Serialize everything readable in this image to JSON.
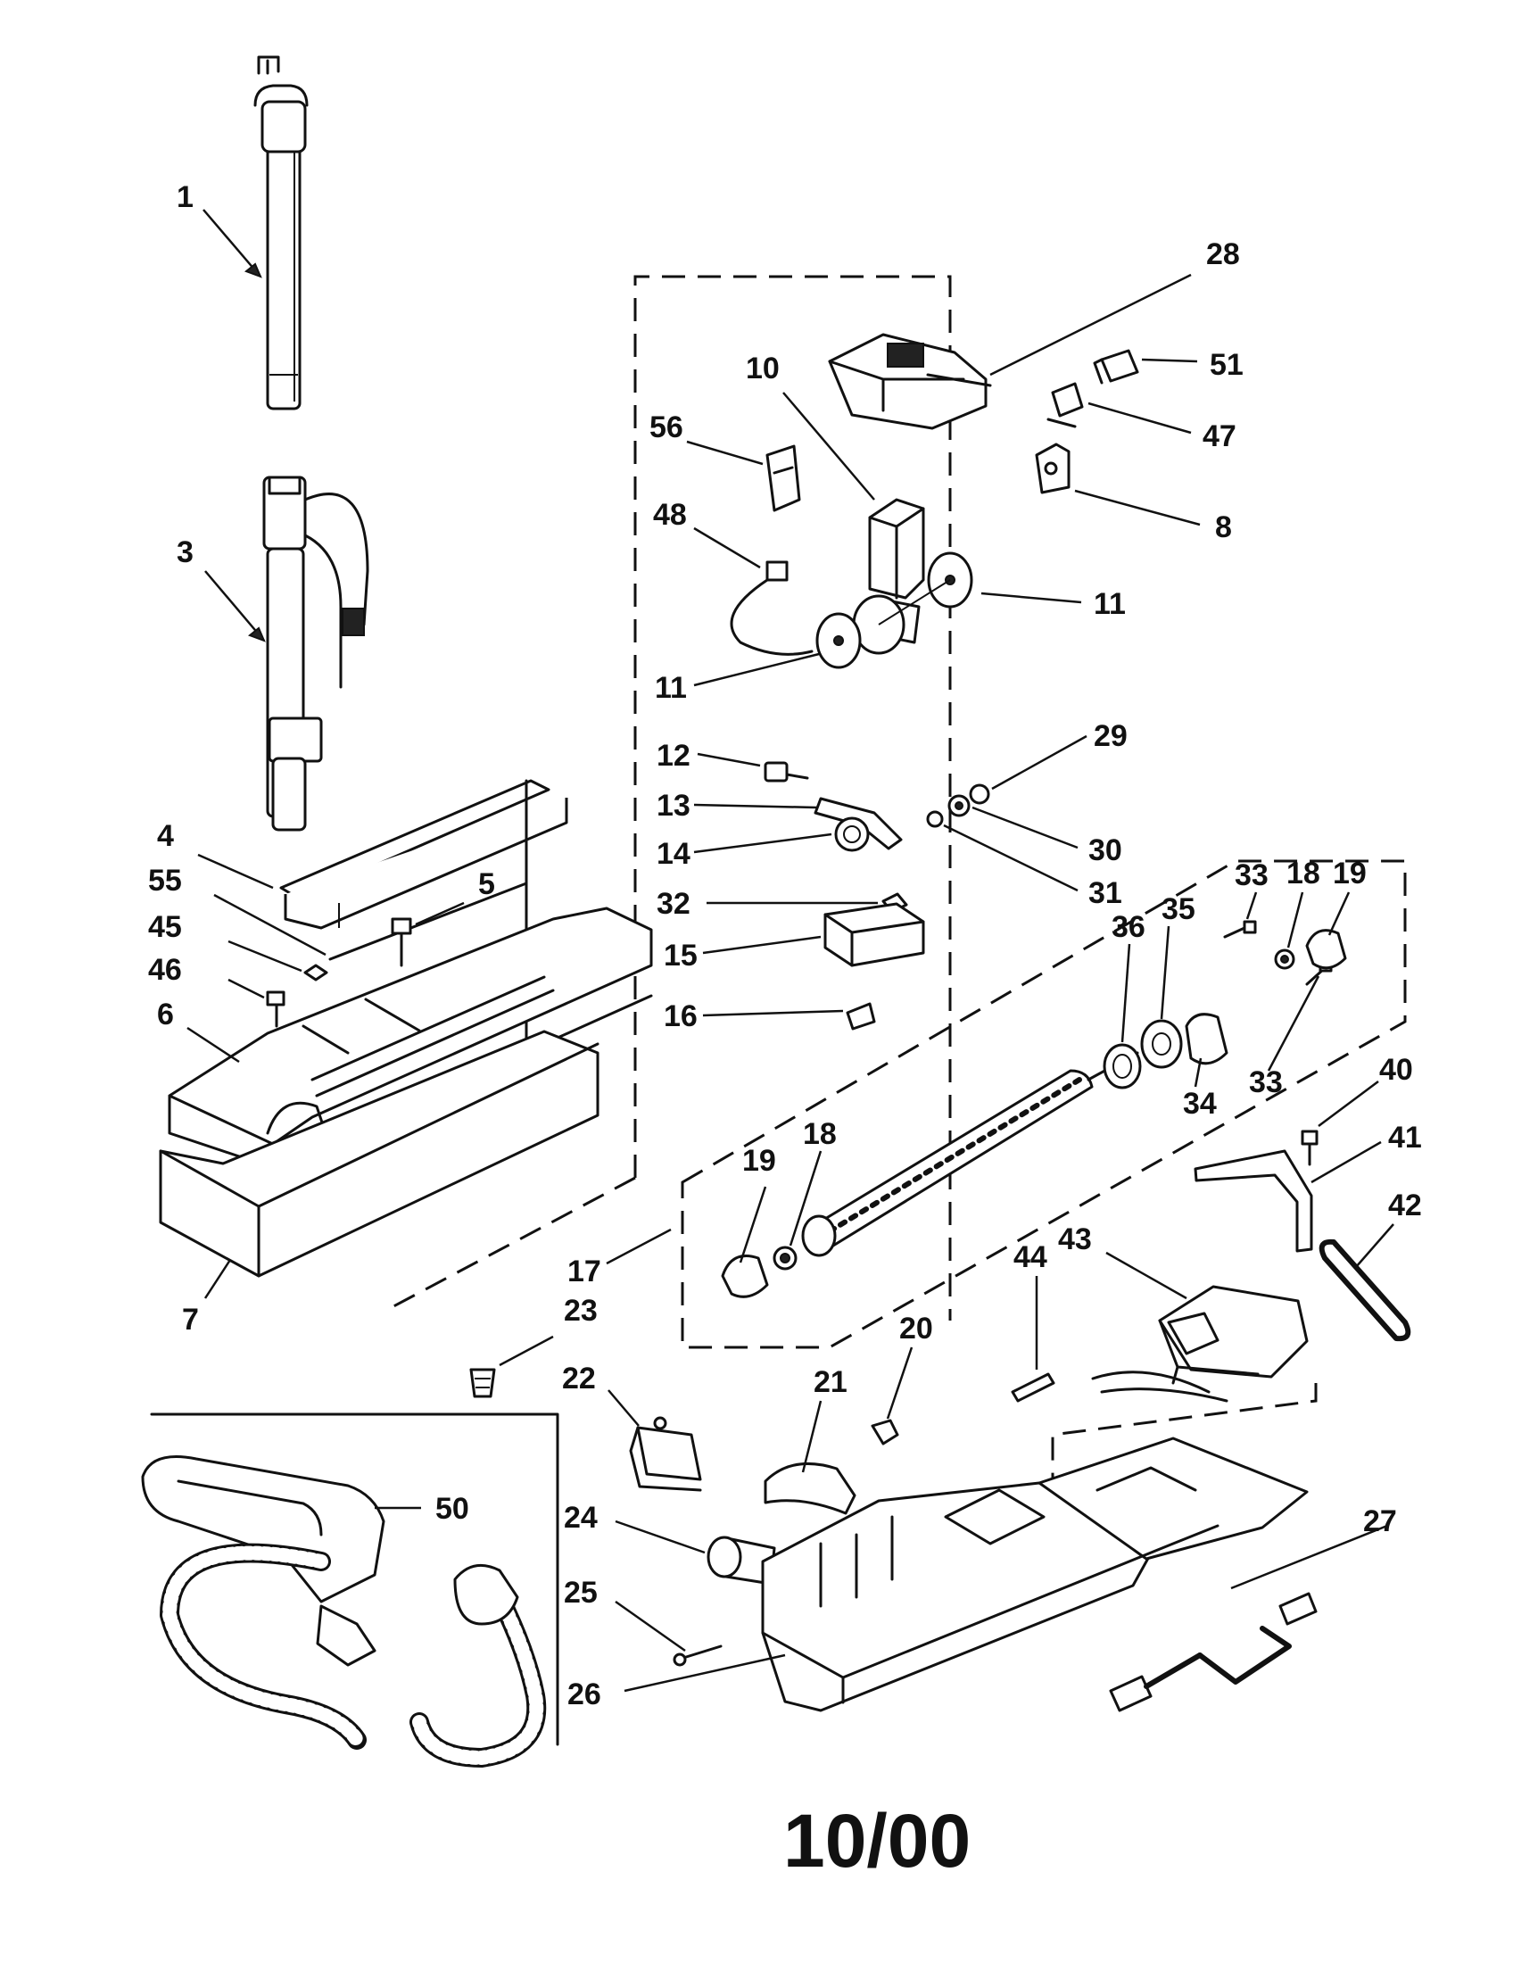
{
  "callouts": [
    {
      "id": "1",
      "text": "1"
    },
    {
      "id": "3",
      "text": "3"
    },
    {
      "id": "4",
      "text": "4"
    },
    {
      "id": "55",
      "text": "55"
    },
    {
      "id": "5",
      "text": "5"
    },
    {
      "id": "45",
      "text": "45"
    },
    {
      "id": "46",
      "text": "46"
    },
    {
      "id": "6",
      "text": "6"
    },
    {
      "id": "7",
      "text": "7"
    },
    {
      "id": "23",
      "text": "23"
    },
    {
      "id": "50",
      "text": "50"
    },
    {
      "id": "28",
      "text": "28"
    },
    {
      "id": "51",
      "text": "51"
    },
    {
      "id": "47",
      "text": "47"
    },
    {
      "id": "10",
      "text": "10"
    },
    {
      "id": "56",
      "text": "56"
    },
    {
      "id": "48",
      "text": "48"
    },
    {
      "id": "8",
      "text": "8"
    },
    {
      "id": "11a",
      "text": "11"
    },
    {
      "id": "11b",
      "text": "11"
    },
    {
      "id": "12",
      "text": "12"
    },
    {
      "id": "29",
      "text": "29"
    },
    {
      "id": "13",
      "text": "13"
    },
    {
      "id": "30",
      "text": "30"
    },
    {
      "id": "14",
      "text": "14"
    },
    {
      "id": "31",
      "text": "31"
    },
    {
      "id": "32",
      "text": "32"
    },
    {
      "id": "15",
      "text": "15"
    },
    {
      "id": "16",
      "text": "16"
    },
    {
      "id": "33a",
      "text": "33"
    },
    {
      "id": "18a",
      "text": "18"
    },
    {
      "id": "19a",
      "text": "19"
    },
    {
      "id": "36",
      "text": "36"
    },
    {
      "id": "35",
      "text": "35"
    },
    {
      "id": "34",
      "text": "34"
    },
    {
      "id": "33b",
      "text": "33"
    },
    {
      "id": "40",
      "text": "40"
    },
    {
      "id": "41",
      "text": "41"
    },
    {
      "id": "42",
      "text": "42"
    },
    {
      "id": "19b",
      "text": "19"
    },
    {
      "id": "18b",
      "text": "18"
    },
    {
      "id": "17",
      "text": "17"
    },
    {
      "id": "43",
      "text": "43"
    },
    {
      "id": "44",
      "text": "44"
    },
    {
      "id": "20",
      "text": "20"
    },
    {
      "id": "21",
      "text": "21"
    },
    {
      "id": "22",
      "text": "22"
    },
    {
      "id": "24",
      "text": "24"
    },
    {
      "id": "25",
      "text": "25"
    },
    {
      "id": "26",
      "text": "26"
    },
    {
      "id": "27",
      "text": "27"
    }
  ],
  "footer_date": "10/00"
}
